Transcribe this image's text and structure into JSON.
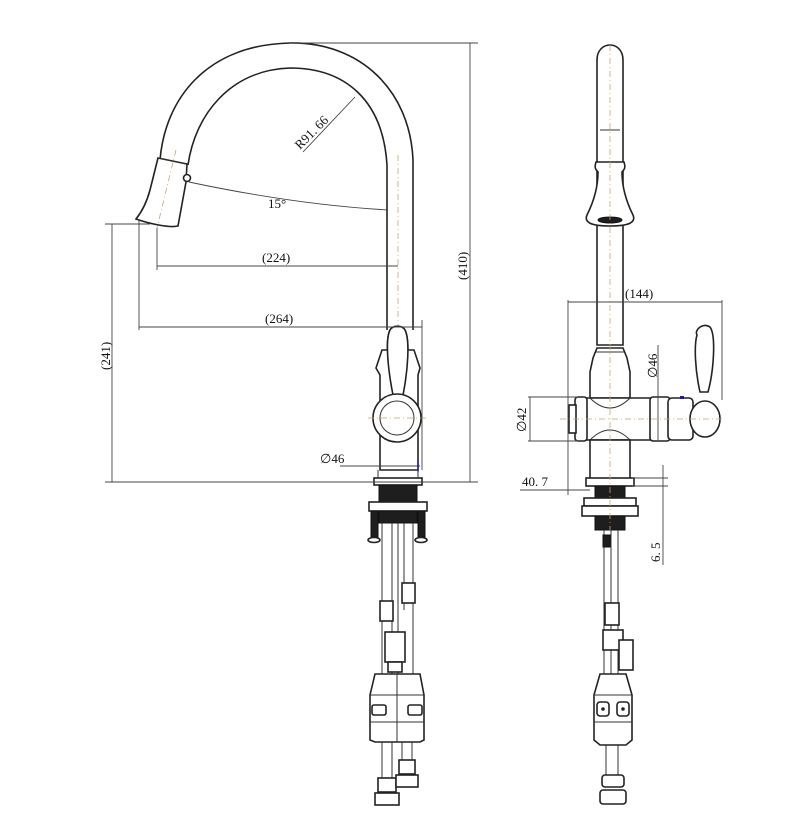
{
  "drawing": {
    "title": "Pull-down kitchen faucet technical drawing",
    "views": [
      "side-view",
      "front-view"
    ],
    "side_view": {
      "dimensions": {
        "spout_radius": "R91. 66",
        "spray_angle": "15°",
        "reach_inner": "(224)",
        "reach_outer": "(264)",
        "total_height": "(410)",
        "spout_height": "(241)",
        "base_diameter": "∅46"
      }
    },
    "front_view": {
      "dimensions": {
        "overall_width": "(144)",
        "handle_body_diameter": "∅46",
        "side_body_diameter": "∅42",
        "deck_thickness": "40. 7",
        "base_offset": "6. 5"
      }
    },
    "colors": {
      "line": "#222222",
      "dimension": "#444444",
      "centerline": "#c9a27a",
      "marker": "#1a1aa0"
    }
  }
}
